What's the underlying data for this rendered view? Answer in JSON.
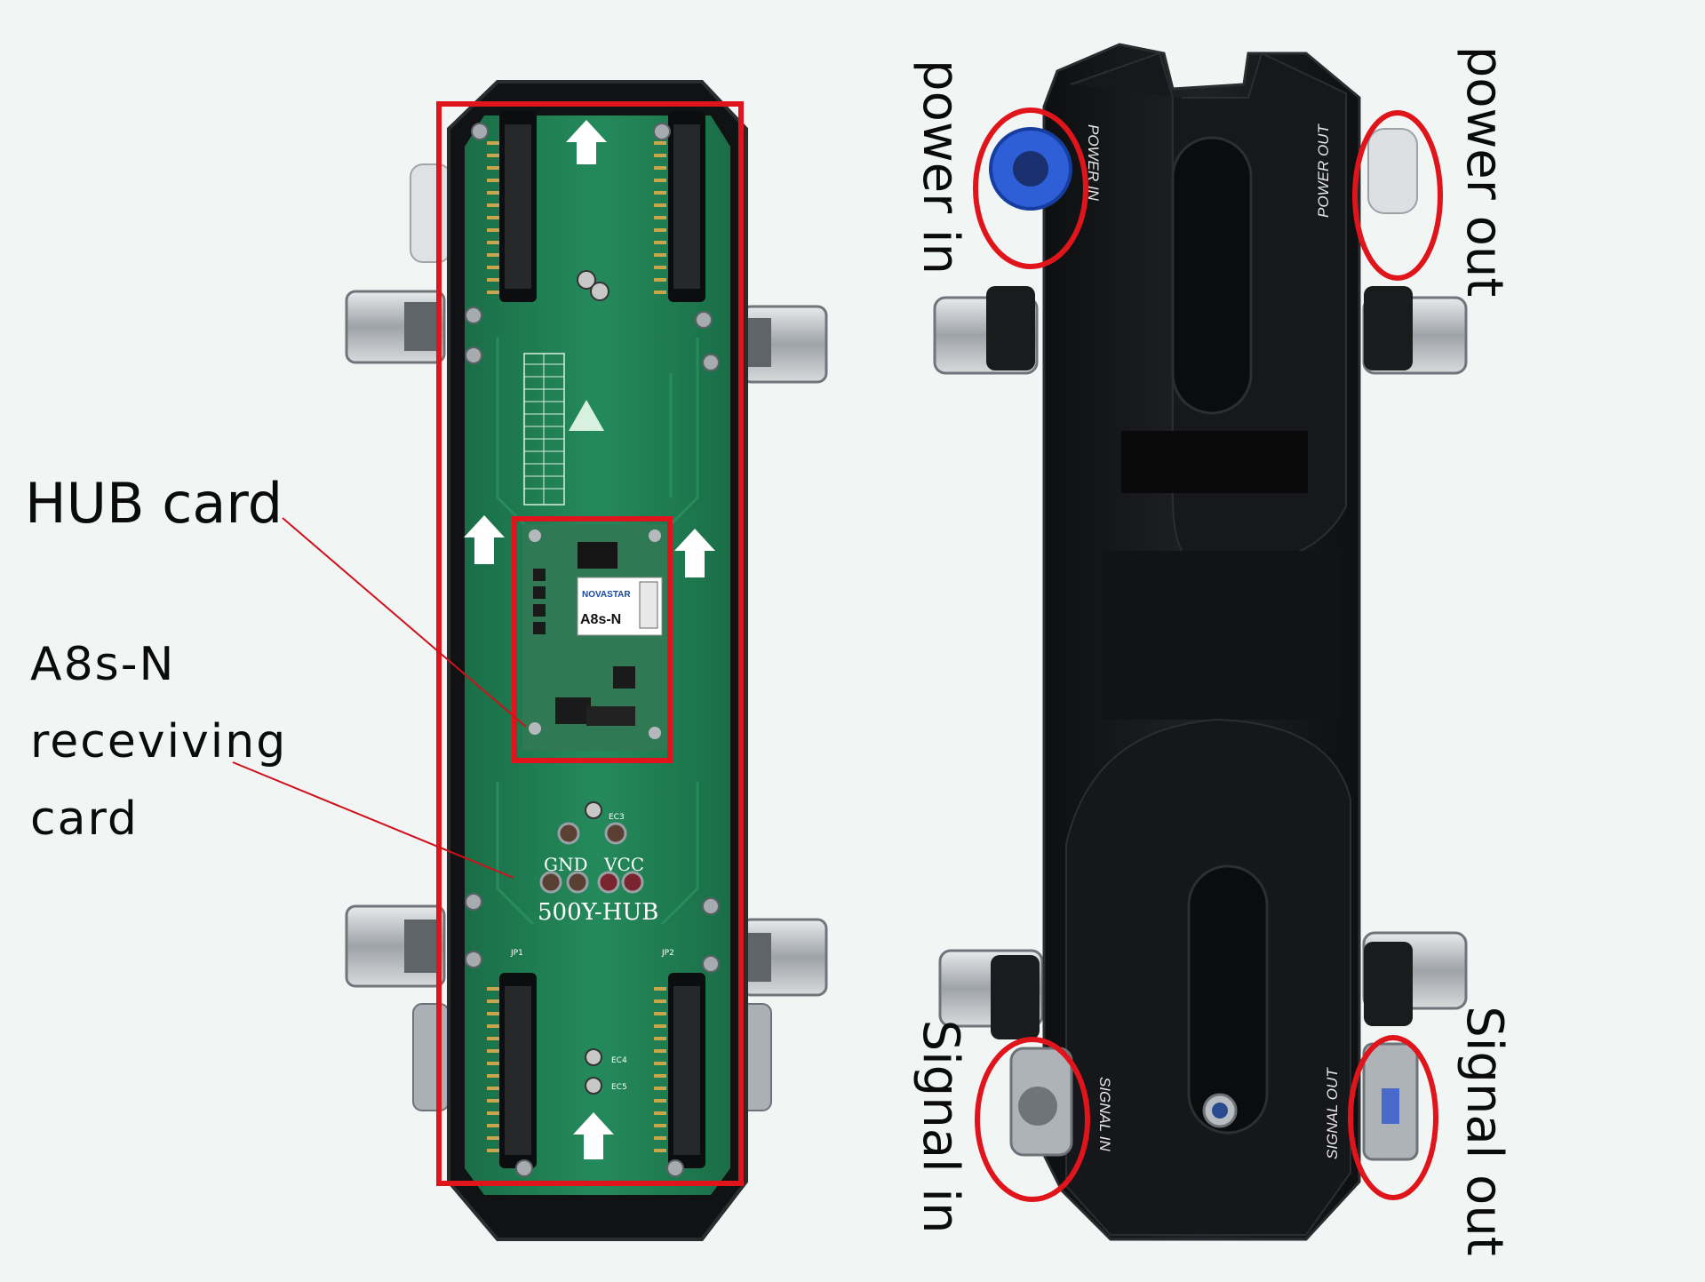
{
  "annotations": {
    "hub_card": "HUB card",
    "receiving_card_line1": "A8s-N",
    "receiving_card_line2": "receviving",
    "receiving_card_line3": "card",
    "power_in": "power in",
    "power_out": "power out",
    "signal_in": "Signal in",
    "signal_out": "Signal out"
  },
  "board": {
    "gnd": "GND",
    "vcc": "VCC",
    "model": "500Y-HUB",
    "jp1": "JP1",
    "jp2": "JP2",
    "ec3": "EC3",
    "ec4": "EC4",
    "ec5": "EC5"
  },
  "receiving_card": {
    "brand": "NOVASTAR",
    "model": "A8s-N"
  },
  "housing": {
    "power_in_port": "POWER IN",
    "power_out_port": "POWER OUT",
    "signal_in_port": "SIGNAL IN",
    "signal_out_port": "SIGNAL OUT"
  },
  "colors": {
    "highlight": "#e0141b",
    "pcb": "#1f7d52",
    "housing": "#151618"
  }
}
